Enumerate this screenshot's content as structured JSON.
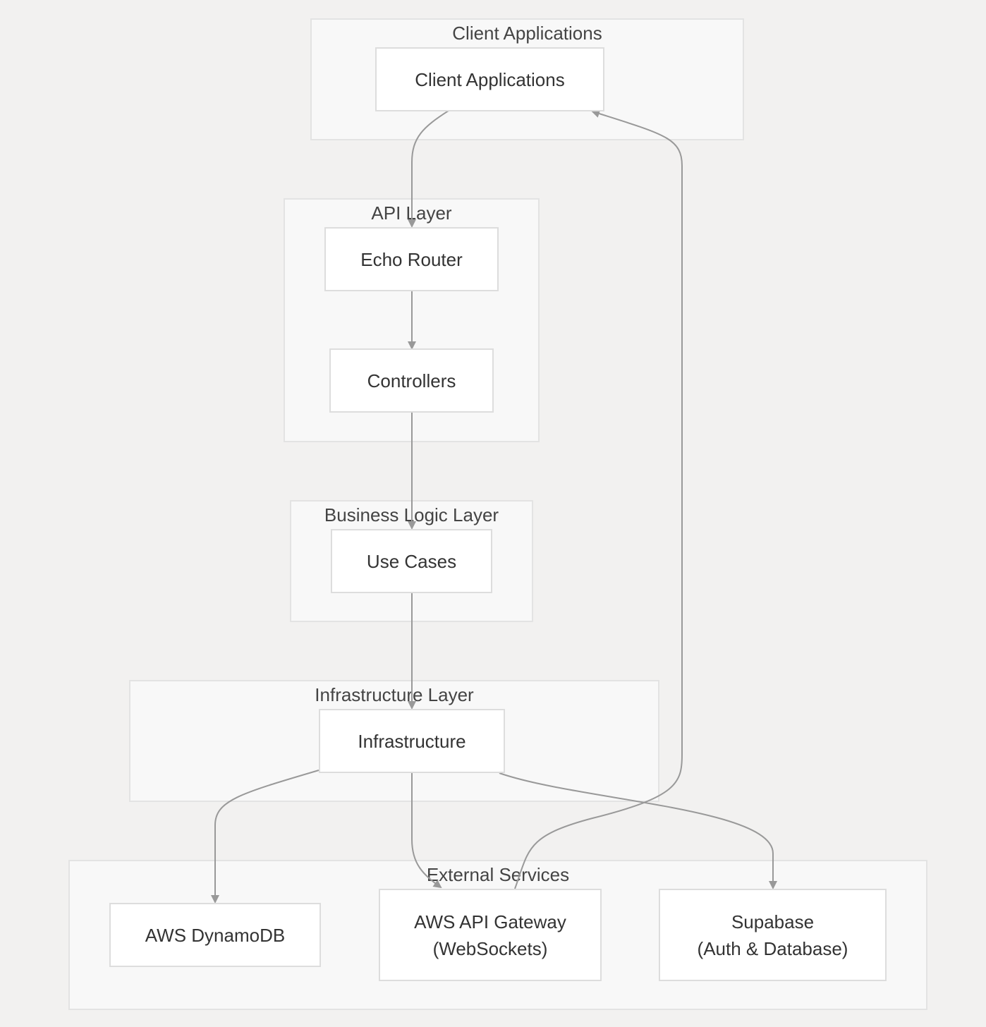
{
  "groups": {
    "client": "Client Applications",
    "api": "API Layer",
    "business": "Business Logic Layer",
    "infra": "Infrastructure Layer",
    "external": "External Services"
  },
  "nodes": {
    "client_apps": "Client Applications",
    "echo_router": "Echo Router",
    "controllers": "Controllers",
    "use_cases": "Use Cases",
    "infrastructure": "Infrastructure",
    "dynamodb": "AWS DynamoDB",
    "api_gateway": [
      "AWS API Gateway",
      "(WebSockets)"
    ],
    "supabase": [
      "Supabase",
      "(Auth & Database)"
    ]
  },
  "edges": [
    {
      "from": "Client Applications",
      "to": "Echo Router"
    },
    {
      "from": "Echo Router",
      "to": "Controllers"
    },
    {
      "from": "Controllers",
      "to": "Use Cases"
    },
    {
      "from": "Use Cases",
      "to": "Infrastructure"
    },
    {
      "from": "Infrastructure",
      "to": "AWS DynamoDB"
    },
    {
      "from": "Infrastructure",
      "to": "AWS API Gateway (WebSockets)"
    },
    {
      "from": "Infrastructure",
      "to": "Supabase (Auth & Database)"
    },
    {
      "from": "AWS API Gateway (WebSockets)",
      "to": "Client Applications"
    }
  ],
  "colors": {
    "background": "#f2f1f0",
    "group_fill": "#f8f8f8",
    "group_border": "#e3e3e3",
    "node_fill": "#ffffff",
    "node_border": "#dddddd",
    "edge": "#999999",
    "text": "#333333"
  }
}
